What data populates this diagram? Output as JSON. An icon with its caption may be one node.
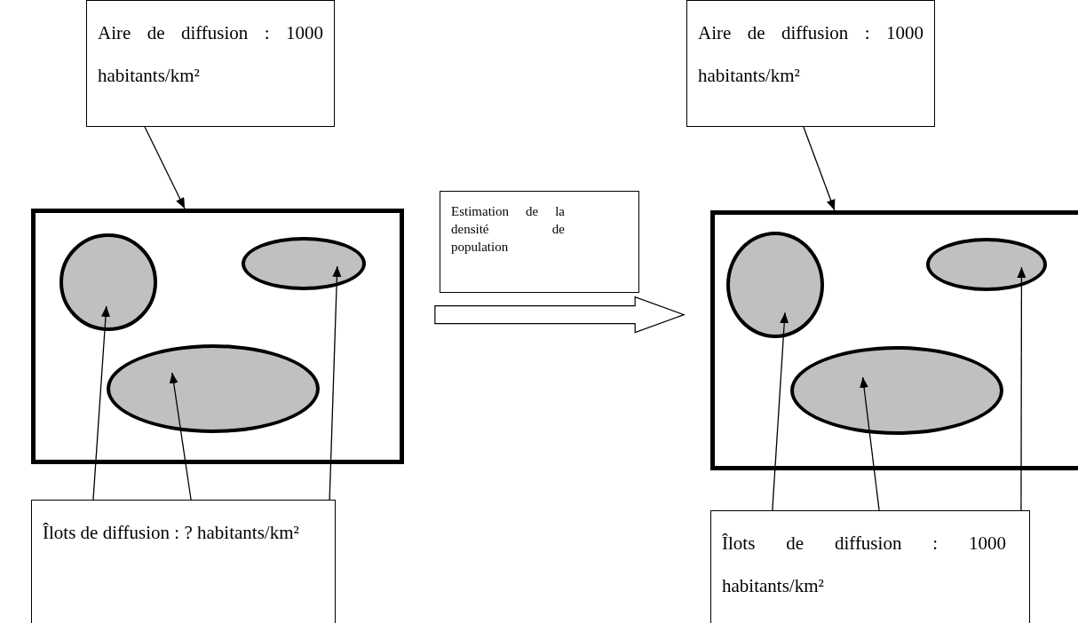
{
  "diagram": {
    "nodes": [
      {
        "text": [
          "Aire de diffusion : 1000 habitants/km²"
        ]
      },
      {
        "text": [],
        "shape": "box"
      },
      {
        "text": [],
        "shape": "circle",
        "in": 1
      },
      {
        "text": [],
        "shape": "ellipse",
        "in": 1
      },
      {
        "text": [],
        "shape": "ellipse",
        "in": 1
      },
      {
        "text": [
          "Îlots de diffusion : ? habitants/km²"
        ]
      },
      {
        "text": [
          "Estimation de la densité de population"
        ]
      },
      {
        "text": [
          "Aire de diffusion : 1000 habitants/km²"
        ]
      },
      {
        "text": [],
        "shape": "box"
      },
      {
        "text": [],
        "shape": "circle",
        "in": 8
      },
      {
        "text": [],
        "shape": "ellipse",
        "in": 8
      },
      {
        "text": [],
        "shape": "ellipse",
        "in": 8
      },
      {
        "text": [
          "Îlots de diffusion : 1000 habitants/km²"
        ]
      }
    ],
    "edges": [
      {
        "from": 0,
        "to": 1,
        "arrow": "to"
      },
      {
        "from": 5,
        "to": 2,
        "arrow": "to"
      },
      {
        "from": 5,
        "to": 4,
        "arrow": "to"
      },
      {
        "from": 5,
        "to": 3,
        "arrow": "to"
      },
      {
        "from": 1,
        "to": 8,
        "arrow": "to"
      },
      {
        "from": 7,
        "to": 8,
        "arrow": "to"
      },
      {
        "from": 12,
        "to": 9,
        "arrow": "to"
      },
      {
        "from": 12,
        "to": 11,
        "arrow": "to"
      },
      {
        "from": 12,
        "to": 10,
        "arrow": "to"
      }
    ]
  }
}
